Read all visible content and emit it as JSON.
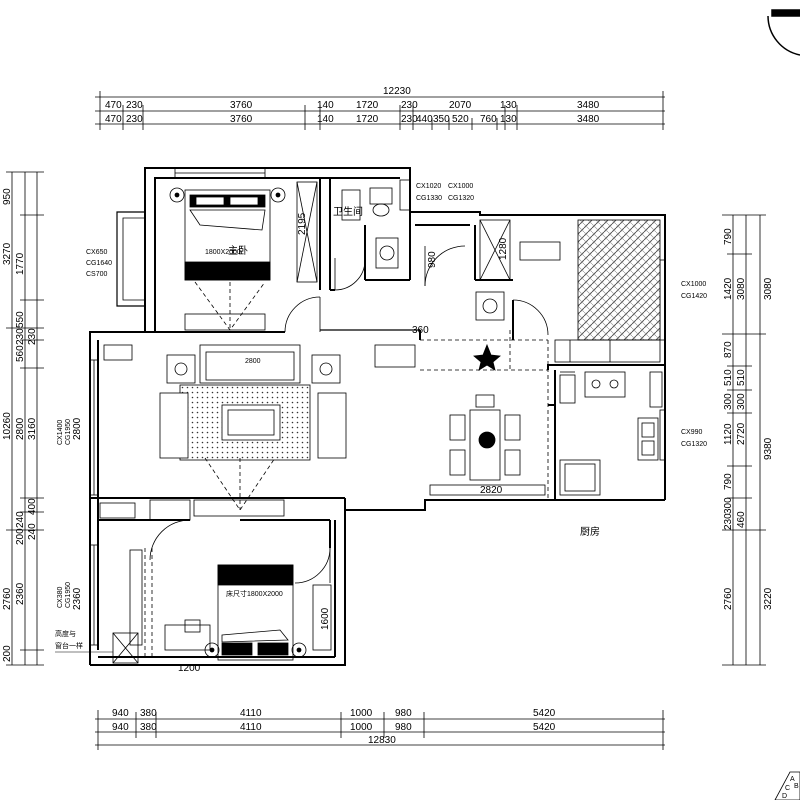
{
  "dims": {
    "top_total": "12230",
    "top_row1": [
      "470",
      "230",
      "3760",
      "140",
      "1720",
      "230",
      "2070",
      "130",
      "3480"
    ],
    "top_row2": [
      "470",
      "230",
      "3760",
      "140",
      "1720",
      "230",
      "440",
      "350",
      "520",
      "760",
      "130",
      "3480"
    ],
    "bottom_row1": [
      "940",
      "380",
      "4110",
      "1000",
      "980",
      "5420"
    ],
    "bottom_row2": [
      "940",
      "380",
      "4110",
      "1000",
      "980",
      "5420"
    ],
    "bottom_total": "12830",
    "left_outer": [
      "950",
      "3270",
      "10260",
      "2760",
      "200"
    ],
    "left_inner": [
      "1770",
      "550",
      "230",
      "560",
      "2800",
      "240",
      "200",
      "2360"
    ],
    "left_inner2": [
      "230",
      "3160",
      "400",
      "240"
    ],
    "right_inner": [
      "790",
      "1420",
      "870",
      "510",
      "300",
      "1120",
      "790",
      "300",
      "230",
      "2760"
    ],
    "right_inner2": [
      "3080",
      "510",
      "300",
      "2720",
      "460"
    ],
    "right_outer": [
      "3080",
      "9380",
      "3220"
    ],
    "interior": {
      "d360": "360",
      "d2195": "2195",
      "d980": "980",
      "d1280": "1280",
      "d2820": "2820",
      "d1600": "1600",
      "d1200": "1200",
      "d2800": "2800",
      "d2360": "2360"
    }
  },
  "windows": {
    "w_bath_a": [
      "CX1020",
      "CG1330"
    ],
    "w_bath_b": [
      "CX1000",
      "CG1320"
    ],
    "w_bed1": [
      "CX650",
      "CG1640",
      "CS700"
    ],
    "w_living": [
      "CX1400",
      "CG1950"
    ],
    "w_bed2": [
      "CX380",
      "CG1950"
    ],
    "w_room_ne": [
      "CX1000",
      "CG1420"
    ],
    "w_kitchen": [
      "CX990",
      "CG1320"
    ]
  },
  "rooms": {
    "bathroom": "卫生间",
    "kitchen": "厨房",
    "bedroom1": "主卧",
    "note_line1": "高度与",
    "note_line2": "窗台一样"
  },
  "furniture": {
    "bed1_caption": "1800X2000",
    "bed2_caption": "床尺寸1800X2000",
    "sofa_caption": "2800"
  },
  "corner_stamp": [
    "A",
    "B",
    "C",
    "D"
  ]
}
